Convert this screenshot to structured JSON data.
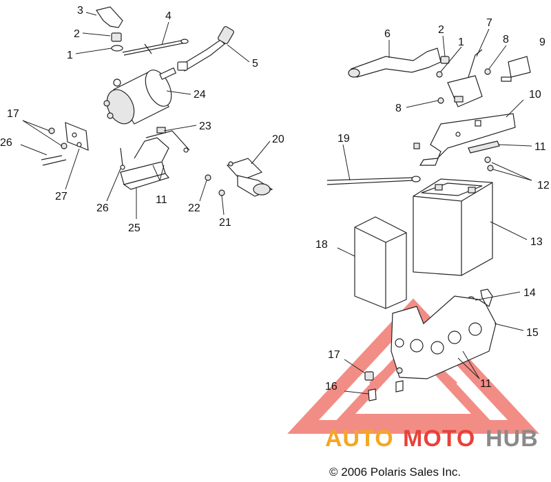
{
  "diagram": {
    "callouts": [
      {
        "id": "c3-top",
        "text": "3"
      },
      {
        "id": "c2-top",
        "text": "2"
      },
      {
        "id": "c1-top",
        "text": "1"
      },
      {
        "id": "c4",
        "text": "4"
      },
      {
        "id": "c5",
        "text": "5"
      },
      {
        "id": "c24",
        "text": "24"
      },
      {
        "id": "c17-left",
        "text": "17"
      },
      {
        "id": "c26-left",
        "text": "26"
      },
      {
        "id": "c27",
        "text": "27"
      },
      {
        "id": "c23",
        "text": "23"
      },
      {
        "id": "c11-left",
        "text": "11"
      },
      {
        "id": "c26-mid",
        "text": "26"
      },
      {
        "id": "c25",
        "text": "25"
      },
      {
        "id": "c20",
        "text": "20"
      },
      {
        "id": "c22",
        "text": "22"
      },
      {
        "id": "c21",
        "text": "21"
      },
      {
        "id": "c6",
        "text": "6"
      },
      {
        "id": "c2-right",
        "text": "2"
      },
      {
        "id": "c1-right",
        "text": "1"
      },
      {
        "id": "c7",
        "text": "7"
      },
      {
        "id": "c8-top",
        "text": "8"
      },
      {
        "id": "c9",
        "text": "9"
      },
      {
        "id": "c10",
        "text": "10"
      },
      {
        "id": "c8-mid",
        "text": "8"
      },
      {
        "id": "c19",
        "text": "19"
      },
      {
        "id": "c11-right",
        "text": "11"
      },
      {
        "id": "c12",
        "text": "12"
      },
      {
        "id": "c13",
        "text": "13"
      },
      {
        "id": "c18",
        "text": "18"
      },
      {
        "id": "c14",
        "text": "14"
      },
      {
        "id": "c15",
        "text": "15"
      },
      {
        "id": "c17-bottom",
        "text": "17"
      },
      {
        "id": "c16",
        "text": "16"
      },
      {
        "id": "c11-bottom",
        "text": "11"
      }
    ],
    "copyright": "© 2006 Polaris Sales Inc."
  },
  "watermark": {
    "part1": "AUTO",
    "part2": "MOTO",
    "part3": "HUB",
    "color_orange": "#f5a623",
    "color_red": "#e8413a",
    "color_gray": "#8a8a8a"
  }
}
